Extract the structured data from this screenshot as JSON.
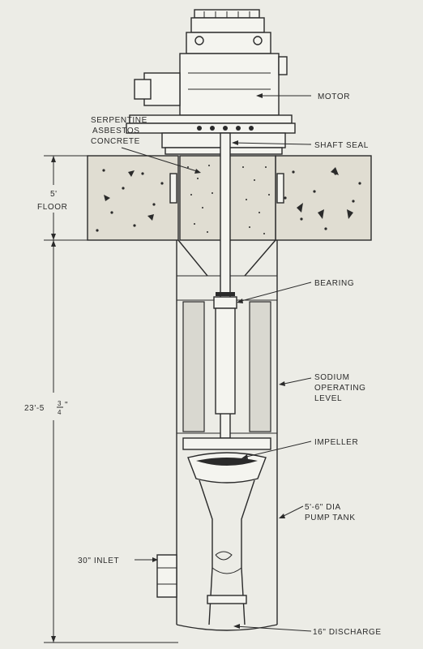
{
  "labels": {
    "motor": "MOTOR",
    "concrete_1": "SERPENTINE",
    "concrete_2": "ASBESTOS",
    "concrete_3": "CONCRETE",
    "shaft_seal": "SHAFT SEAL",
    "floor_1": "5'",
    "floor_2": "FLOOR",
    "bearing": "BEARING",
    "sodium_1": "SODIUM",
    "sodium_2": "OPERATING",
    "sodium_3": "LEVEL",
    "height_main": "23'-5",
    "height_num": "3",
    "height_den": "4",
    "height_mark": "\"",
    "impeller": "IMPELLER",
    "tank_1": "5'-6\" DIA",
    "tank_2": "PUMP TANK",
    "inlet": "30\" INLET",
    "discharge": "16\" DISCHARGE"
  },
  "colors": {
    "paper": "#ecece6",
    "ink": "#2a2a2a",
    "concrete": "#e0ddd2"
  }
}
